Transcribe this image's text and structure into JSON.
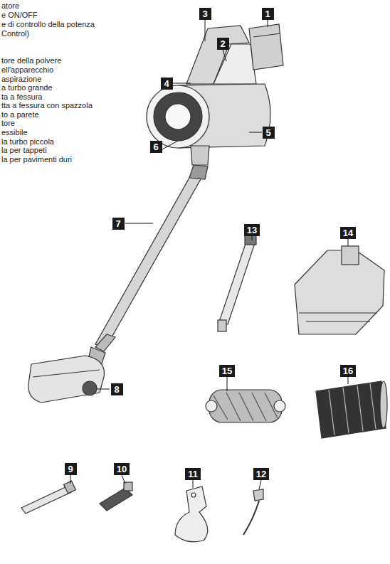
{
  "diagram": {
    "nodes": [
      {
        "text": [
          "3"
        ]
      },
      {
        "text": [
          "1"
        ]
      },
      {
        "text": [
          "2"
        ]
      },
      {
        "text": [
          "4"
        ]
      },
      {
        "text": [
          "5"
        ]
      },
      {
        "text": [
          "6"
        ]
      },
      {
        "text": [
          "7"
        ]
      },
      {
        "text": [
          "13"
        ]
      },
      {
        "text": [
          "14"
        ]
      },
      {
        "text": [
          "15"
        ]
      },
      {
        "text": [
          "16"
        ]
      },
      {
        "text": [
          "8"
        ]
      },
      {
        "text": [
          "9"
        ]
      },
      {
        "text": [
          "10"
        ]
      },
      {
        "text": [
          "11"
        ]
      },
      {
        "text": [
          "12"
        ]
      }
    ],
    "labels": [
      "atore",
      "e ON/OFF",
      "e di controllo della potenza",
      "Control)",
      "tore della polvere",
      "ell'apparecchio",
      "aspirazione",
      "a turbo grande",
      "ta a fessura",
      "tta a fessura con spazzola",
      "to a parete",
      "tore",
      "essibile",
      "la turbo piccola",
      "la per tappeti",
      "la per pavimenti duri"
    ]
  }
}
